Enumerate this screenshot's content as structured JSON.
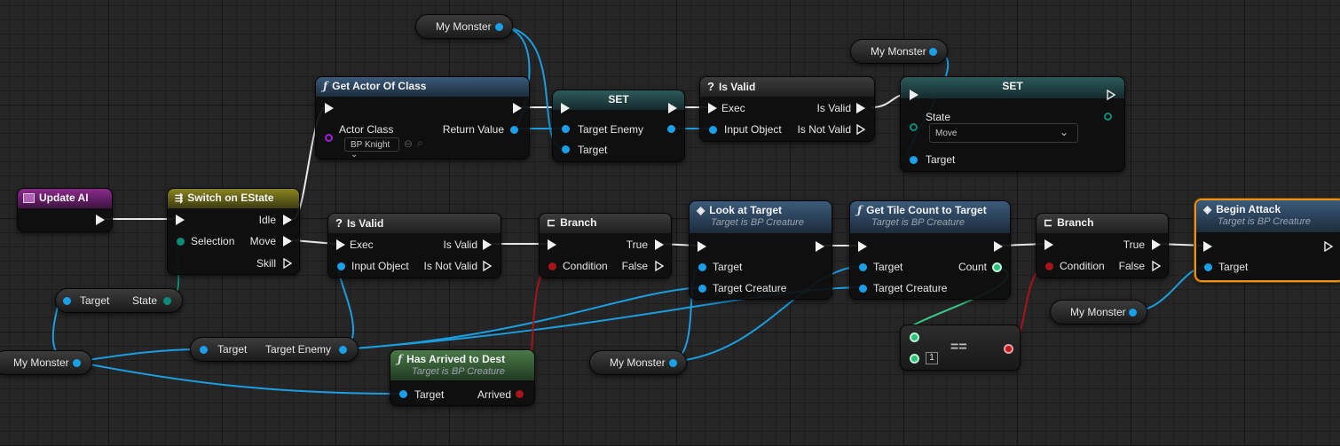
{
  "app": "Unreal Engine Blueprint Editor - Event Graph",
  "colors": {
    "exec": "#f0f0f0",
    "object": "#1aa0e8",
    "enum": "#0e8a78",
    "bool": "#a8141c",
    "int": "#3ac88a",
    "class": "#a020d8",
    "selected": "#e8901c"
  },
  "nodes": {
    "update_ai": {
      "title": "Update AI"
    },
    "switch": {
      "title": "Switch on EState",
      "selection": "Selection",
      "idle": "Idle",
      "move": "Move",
      "skill": "Skill"
    },
    "get_actor": {
      "title": "Get Actor Of Class",
      "actor_class": "Actor Class",
      "class_value": "BP Knight",
      "return_value": "Return Value"
    },
    "set1": {
      "title": "SET",
      "target_enemy": "Target Enemy",
      "target": "Target"
    },
    "is_valid_top": {
      "title": "Is Valid",
      "exec": "Exec",
      "input_object": "Input Object",
      "is_valid": "Is Valid",
      "is_not_valid": "Is Not Valid"
    },
    "set2": {
      "title": "SET",
      "state": "State",
      "state_value": "Move",
      "target": "Target"
    },
    "is_valid_mid": {
      "title": "Is Valid",
      "exec": "Exec",
      "input_object": "Input Object",
      "is_valid": "Is Valid",
      "is_not_valid": "Is Not Valid"
    },
    "branch1": {
      "title": "Branch",
      "condition": "Condition",
      "true": "True",
      "false": "False"
    },
    "look_at": {
      "title": "Look at Target",
      "subtitle": "Target is BP Creature",
      "target": "Target",
      "target_creature": "Target Creature"
    },
    "tile_count": {
      "title": "Get Tile Count to Target",
      "subtitle": "Target is BP Creature",
      "target": "Target",
      "target_creature": "Target Creature",
      "count": "Count"
    },
    "branch2": {
      "title": "Branch",
      "condition": "Condition",
      "true": "True",
      "false": "False"
    },
    "begin_attack": {
      "title": "Begin Attack",
      "subtitle": "Target is BP Creature",
      "target": "Target"
    },
    "has_arrived": {
      "title": "Has Arrived to Dest",
      "subtitle": "Target is BP Creature",
      "target": "Target",
      "arrived": "Arrived"
    },
    "equals": {
      "op": "==",
      "literal": "1"
    },
    "get_state": {
      "target": "Target",
      "state": "State"
    },
    "get_target_enemy": {
      "target": "Target",
      "target_enemy": "Target Enemy"
    }
  },
  "variables": {
    "my_monster_1": "My Monster",
    "my_monster_2": "My Monster",
    "my_monster_3": "My Monster",
    "my_monster_4": "My Monster",
    "my_monster_5": "My Monster"
  }
}
